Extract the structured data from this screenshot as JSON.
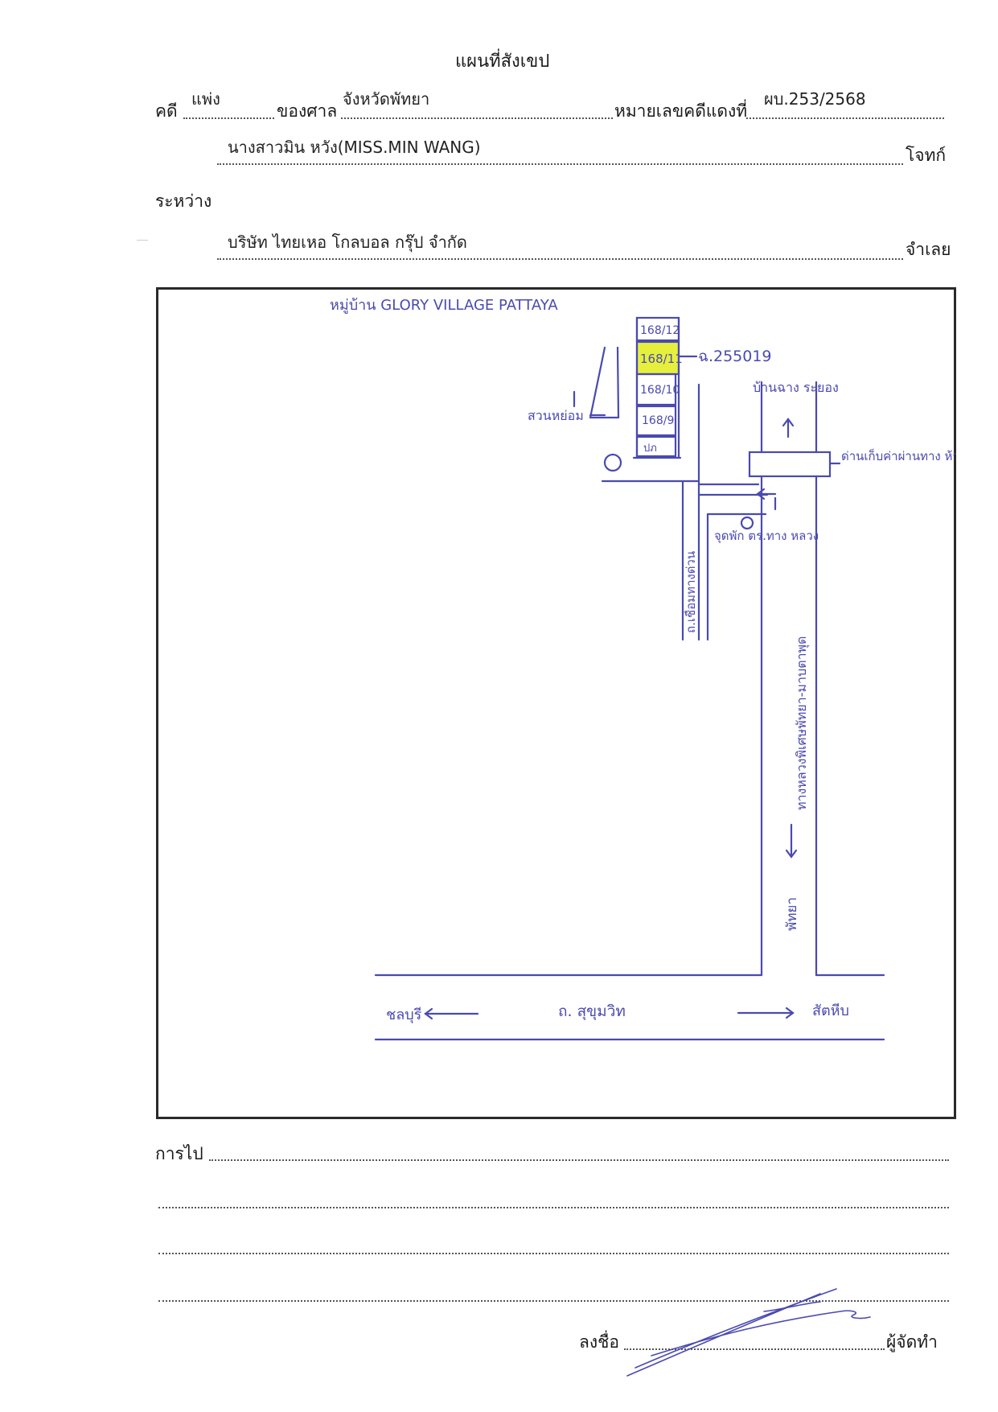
{
  "document": {
    "title": "แผนที่สังเขป",
    "case_label": "คดี",
    "case_type": "แพ่ง",
    "court_label": "ของศาล",
    "court_name": "จังหวัดพัทยา",
    "red_case_label": "หมายเลขคดีแดงที่",
    "red_case_number": "ผบ.253/2568",
    "plaintiff_name": "นางสาวมิน หวัง(MISS.MIN WANG)",
    "plaintiff_label": "โจทก์",
    "between_label": "ระหว่าง",
    "defendant_name": "บริษัท ไทยเหอ โกลบอล กรุ๊ป จำกัด",
    "defendant_label": "จำเลย",
    "directions_label": "การไป",
    "sign_label": "ลงชื่อ",
    "preparer_label": "ผู้จัดทำ"
  },
  "map": {
    "village_label": "หมู่บ้าน GLORY VILLAGE PATTAYA",
    "houses": [
      "168/12",
      "168/11",
      "168/10",
      "168/9"
    ],
    "utility_box": "ปภ",
    "highlighted_house": "168/11",
    "deed_label": "ฉ.255019",
    "park_label": "สวนหย่อม",
    "toll_label": "ด่านเก็บค่าผ่านทาง ห้วยใหญ่",
    "banchang_label": "บ้านฉาง ระยอง",
    "parking_label": "จุดพัก ตร.ทาง หลวง",
    "side_road_label": "ถ.เชื่อมทางด่วน",
    "highway_label": "ทางหลวงพิเศษพัทยา-มาบตาพุด",
    "pattaya_label": "พัทยา",
    "cholburi_label": "ชลบุรี",
    "sukhumvit_label": "ถ. สุขุมวิท",
    "sattahip_label": "สัตหีบ",
    "colors": {
      "ink": "#4a4ab0",
      "highlight": "#e6f03c"
    }
  }
}
